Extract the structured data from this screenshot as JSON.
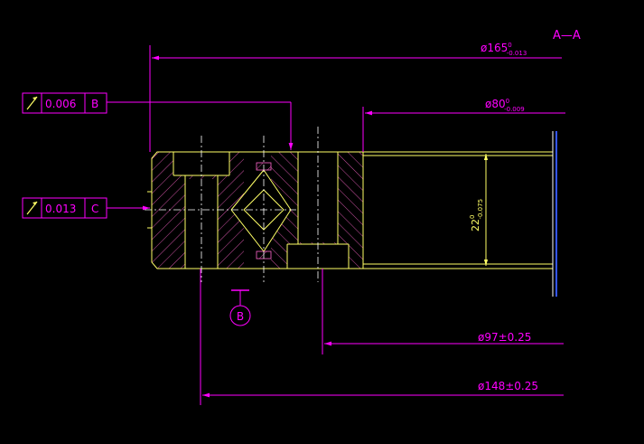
{
  "section_label": "A—A",
  "colors": {
    "background": "#000000",
    "dimension": "#ff00ff",
    "geometry": "#ffff66",
    "hatch": "#ff66cc",
    "centerline": "#ffffff",
    "annotation": "#ff44ff",
    "edge_line": "#3355ff"
  },
  "dimensions": {
    "d165": {
      "base": "ø165",
      "upper": "0",
      "lower": "-0.013"
    },
    "d80": {
      "base": "ø80",
      "upper": "0",
      "lower": "-0.009"
    },
    "d97": {
      "text": "ø97±0.25"
    },
    "d148": {
      "text": "ø148±0.25"
    },
    "h22": {
      "base": "22",
      "upper": "0",
      "lower": "-0.075"
    }
  },
  "tolerance_frames": [
    {
      "symbol": "runout-arrow-icon",
      "value": "0.006",
      "datum": "B"
    },
    {
      "symbol": "runout-arrow-icon",
      "value": "0.013",
      "datum": "C"
    }
  ],
  "datum_b": {
    "letter": "B"
  }
}
